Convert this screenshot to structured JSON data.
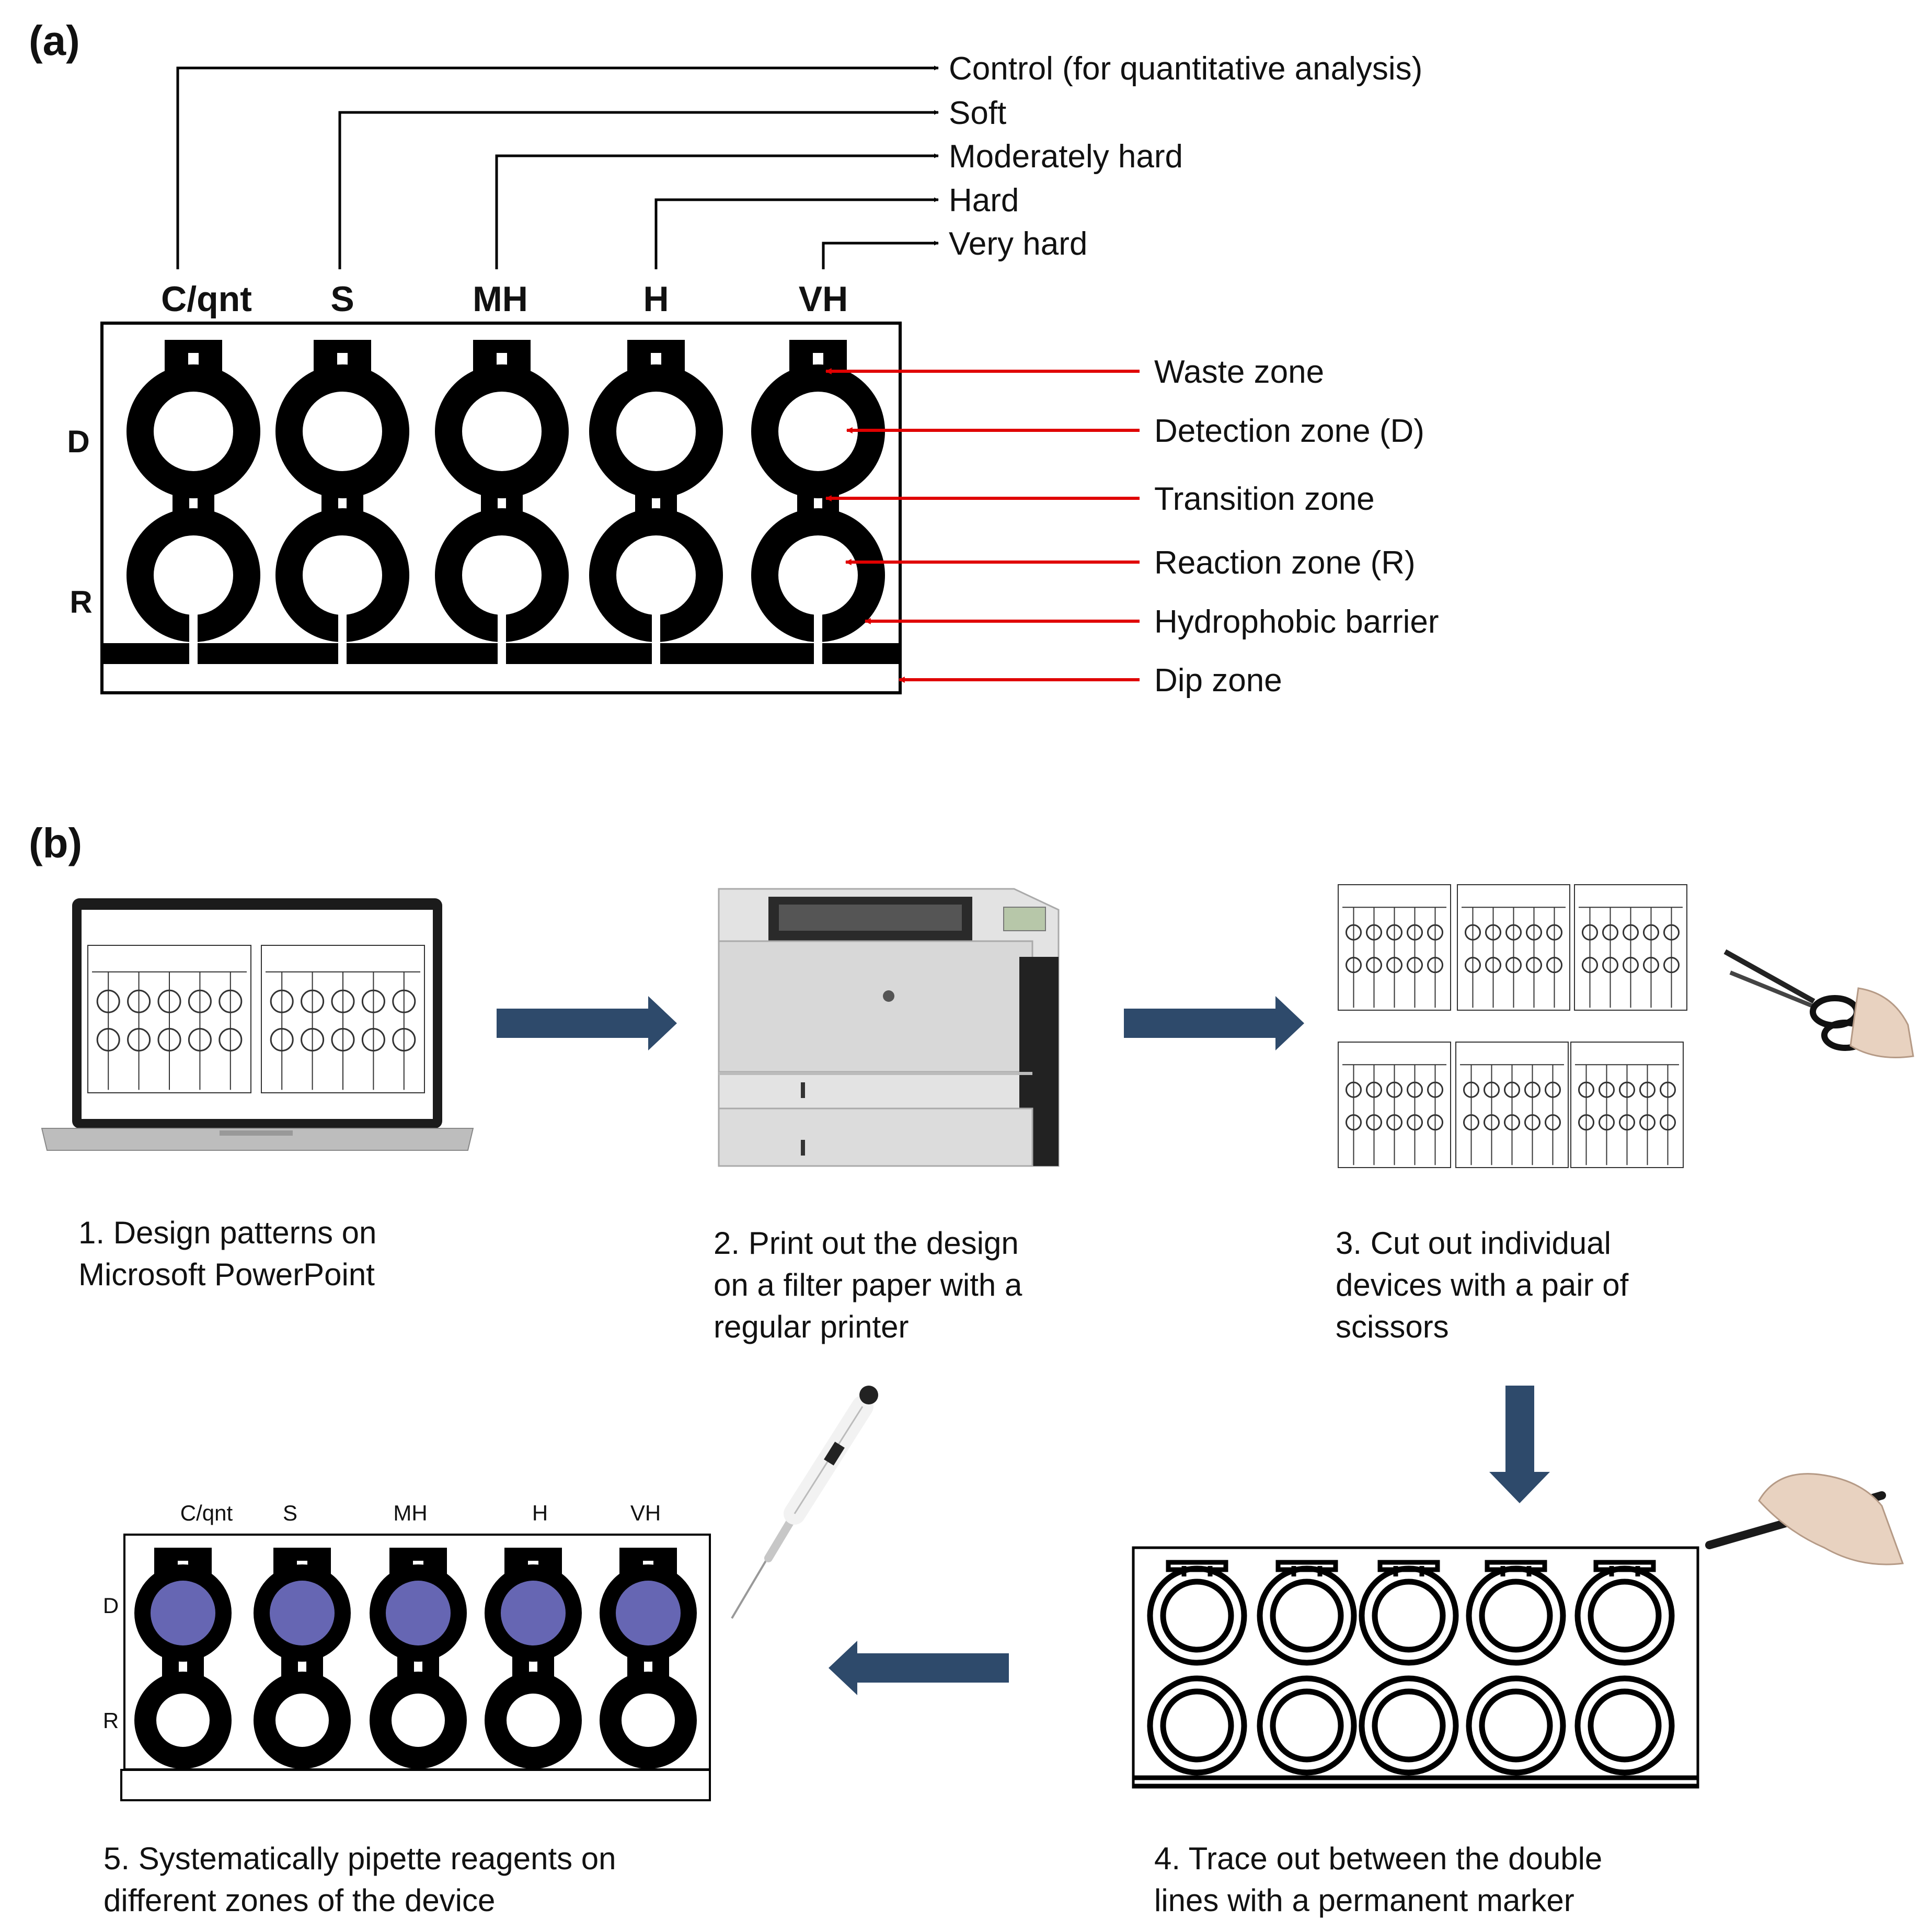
{
  "panel_a": {
    "label": "(a)",
    "categories": [
      "Control (for quantitative analysis)",
      "Soft",
      "Moderately hard",
      "Hard",
      "Very hard"
    ],
    "columns": [
      "C/qnt",
      "S",
      "MH",
      "H",
      "VH"
    ],
    "rows": [
      "D",
      "R"
    ],
    "zones": [
      "Waste zone",
      "Detection zone (D)",
      "Transition zone",
      "Reaction zone (R)",
      "Hydrophobic barrier",
      "Dip zone"
    ],
    "zone_arrow_color": "#e00000"
  },
  "panel_b": {
    "label": "(b)",
    "steps": [
      {
        "lines": [
          "1. Design patterns on",
          "Microsoft PowerPoint"
        ]
      },
      {
        "lines": [
          "2. Print out the design",
          "on a filter paper with a",
          "regular printer"
        ]
      },
      {
        "lines": [
          "3. Cut out individual",
          "devices with a pair of",
          "scissors"
        ]
      },
      {
        "lines": [
          "4. Trace out between the double",
          "lines with a permanent marker"
        ]
      },
      {
        "lines": [
          "5.  Systematically pipette reagents on",
          "different zones of the device"
        ]
      }
    ],
    "device_columns": [
      "C/qnt",
      "S",
      "MH",
      "H",
      "VH"
    ],
    "device_rows": [
      "D",
      "R"
    ],
    "flow_arrow_color": "#2e4a6b",
    "reagent_color": "#6666b3"
  },
  "icons": [
    "laptop-icon",
    "printer-icon",
    "scissors-icon",
    "marker-icon",
    "pipette-icon"
  ]
}
